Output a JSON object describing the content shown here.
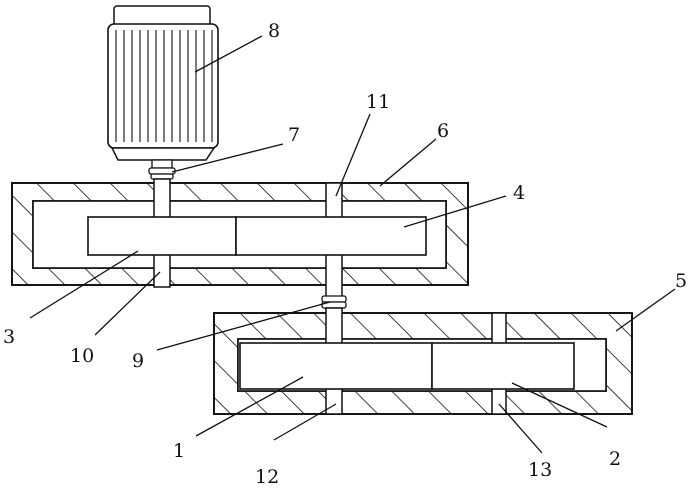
{
  "diagram": {
    "labels": {
      "l1": "1",
      "l2": "2",
      "l3": "3",
      "l4": "4",
      "l5": "5",
      "l6": "6",
      "l7": "7",
      "l8": "8",
      "l9": "9",
      "l10": "10",
      "l11": "11",
      "l12": "12",
      "l13": "13"
    },
    "components": {
      "motor": "8",
      "upper_housing": "6",
      "lower_housing": "5",
      "upper_gear_left": "3",
      "upper_gear_right": "4",
      "lower_gear_left": "1",
      "lower_gear_right": "2",
      "upper_coupling": "7",
      "lower_coupling": "9",
      "upper_left_bearing_bottom": "10",
      "upper_right_bearing_top": "11",
      "lower_left_bearing_bottom": "12",
      "lower_right_bearing_bottom": "13"
    },
    "colors": {
      "stroke": "#111111",
      "motor_fill": "#ffffff",
      "background": "#ffffff"
    }
  }
}
